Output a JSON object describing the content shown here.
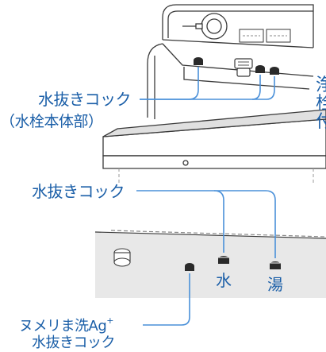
{
  "labels": {
    "valve_body_title": "水抜きコック",
    "valve_body_sub": "（水栓本体部）",
    "valve_lower_title": "水抜きコック",
    "water": "水",
    "hot_water": "湯",
    "ag_line1_text": "ヌメリま洗Ag",
    "ag_line1_sup": "+",
    "ag_line2": "水抜きコック"
  },
  "edge_text": [
    "浄",
    "栓",
    "付"
  ],
  "colors": {
    "label": "#1b5fa8",
    "line": "#4a90d9",
    "drawing": "#3a3a3a",
    "shade": "#e0e0e0"
  }
}
